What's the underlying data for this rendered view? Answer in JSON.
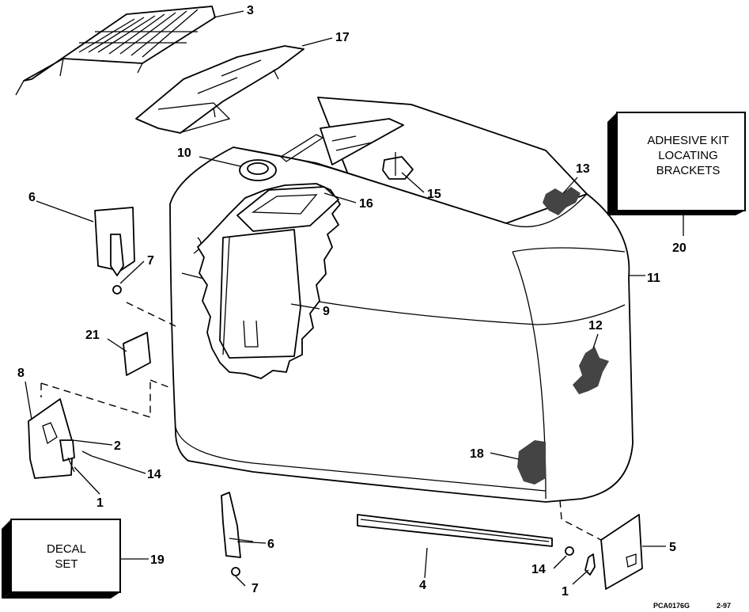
{
  "callouts": {
    "c1a": "1",
    "c1b": "1",
    "c2": "2",
    "c3": "3",
    "c4": "4",
    "c5": "5",
    "c6a": "6",
    "c6b": "6",
    "c7a": "7",
    "c7b": "7",
    "c8": "8",
    "c9": "9",
    "c10": "10",
    "c11": "11",
    "c12": "12",
    "c13": "13",
    "c14a": "14",
    "c14b": "14",
    "c15": "15",
    "c16": "16",
    "c17": "17",
    "c18": "18",
    "c19": "19",
    "c20": "20",
    "c21": "21"
  },
  "kit_box": {
    "line1": "ADHESIVE KIT",
    "line2": "LOCATING",
    "line3": "BRACKETS"
  },
  "decal_box": {
    "line1": "DECAL",
    "line2": "SET"
  },
  "footer": {
    "code": "PCA0176G",
    "date": "2-97"
  }
}
